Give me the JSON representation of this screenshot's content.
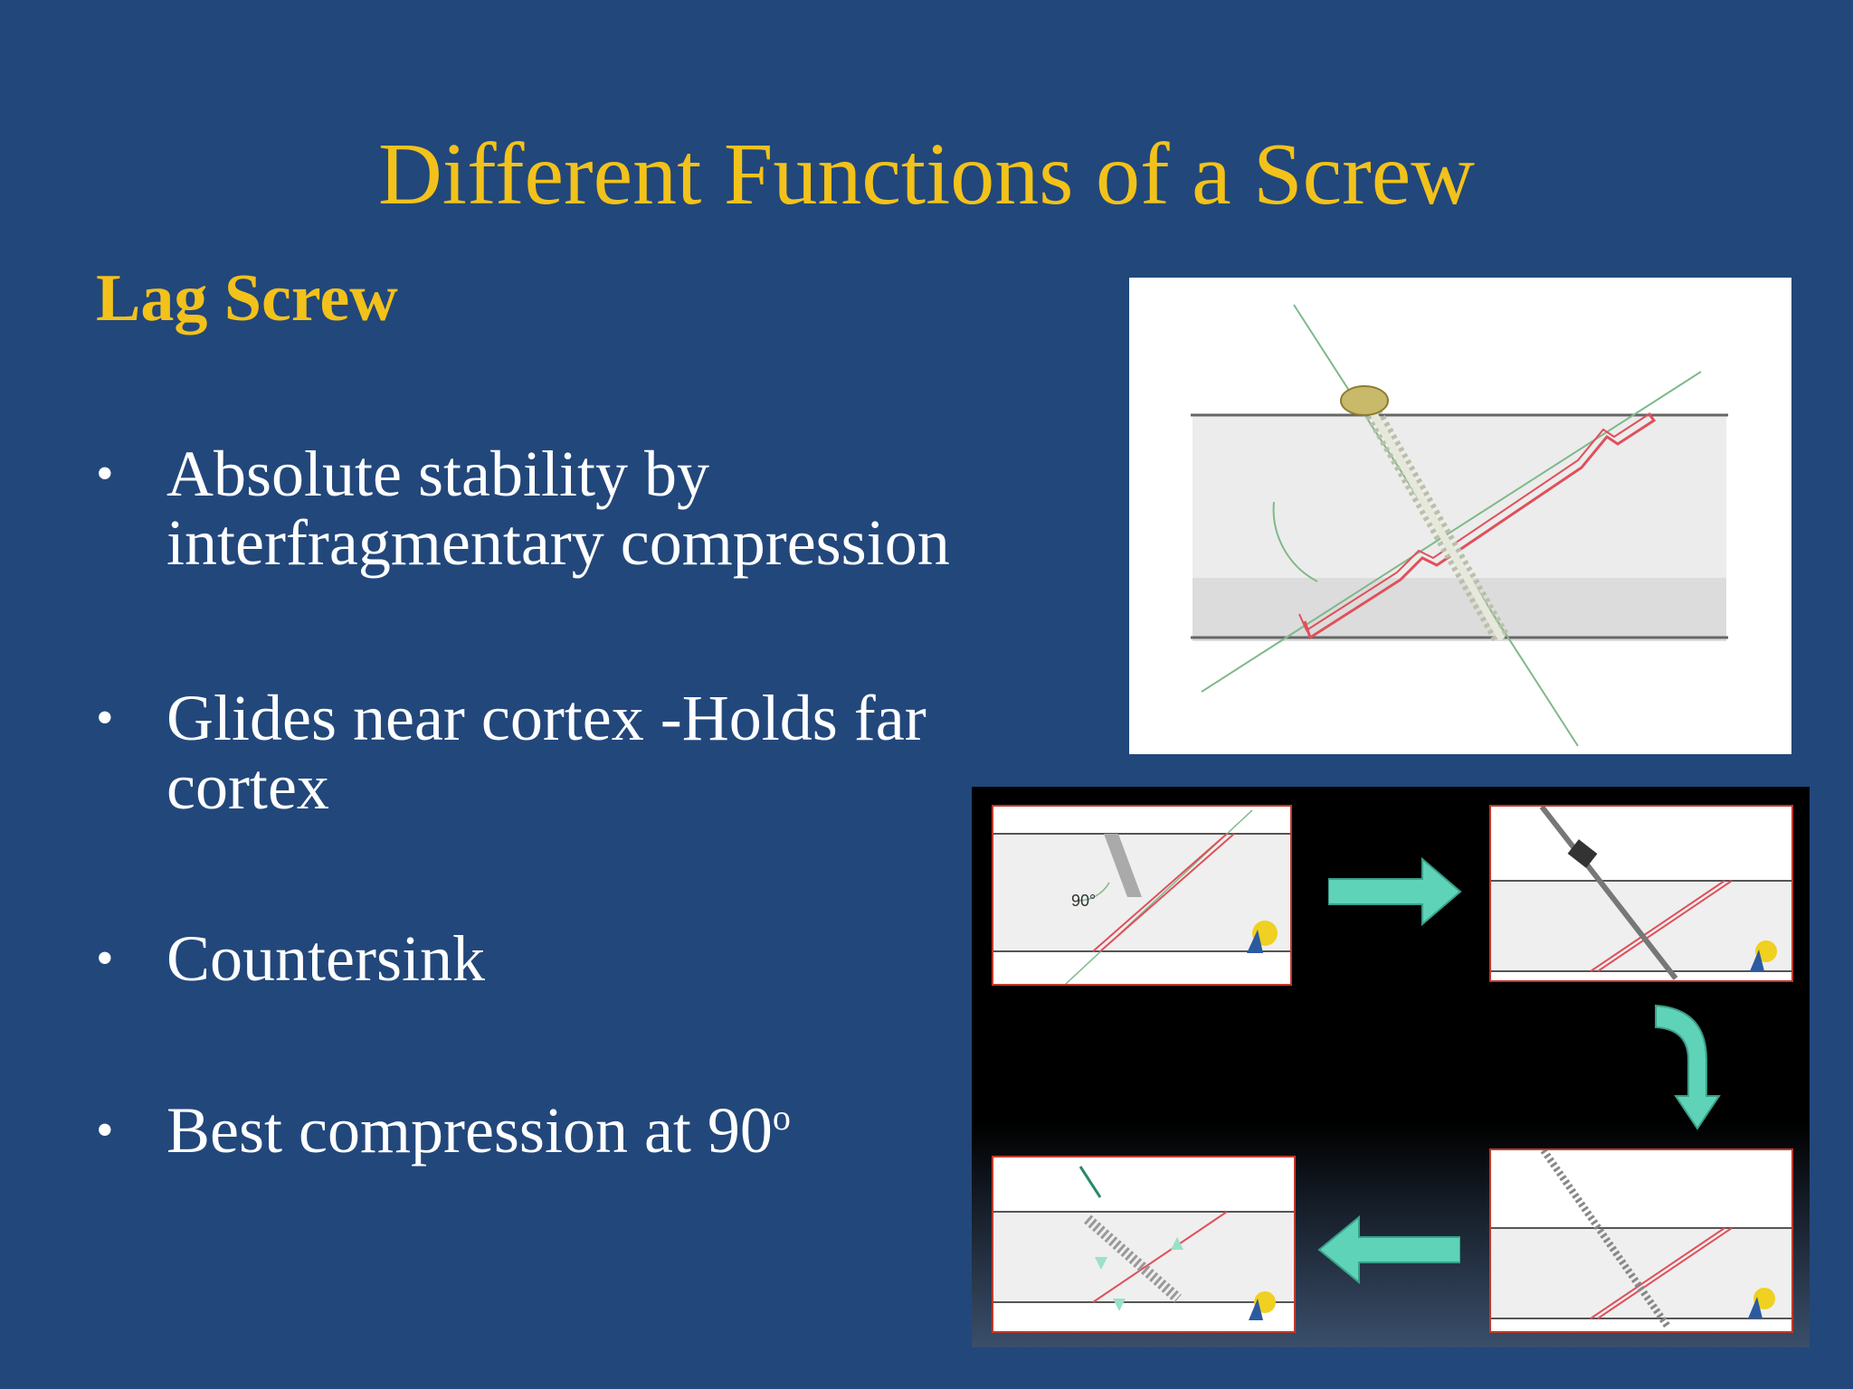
{
  "slide": {
    "title": "Different Functions of a Screw",
    "subtitle": "Lag Screw",
    "bullets": [
      {
        "marker": "•",
        "text": "Absolute stability by interfragmentary compression"
      },
      {
        "marker": "•",
        "text": "Glides near cortex -Holds far cortex"
      },
      {
        "marker": "•",
        "text": "Countersink"
      },
      {
        "marker": "•",
        "text": "Best compression at 90",
        "sup": "o"
      }
    ],
    "figure_steps": {
      "angle_label": "90°"
    }
  },
  "colors": {
    "background": "#22477b",
    "title": "#f2c21b",
    "body_text": "#ffffff",
    "fracture_line": "#e0505a",
    "step_arrow": "#5fd3b8"
  }
}
